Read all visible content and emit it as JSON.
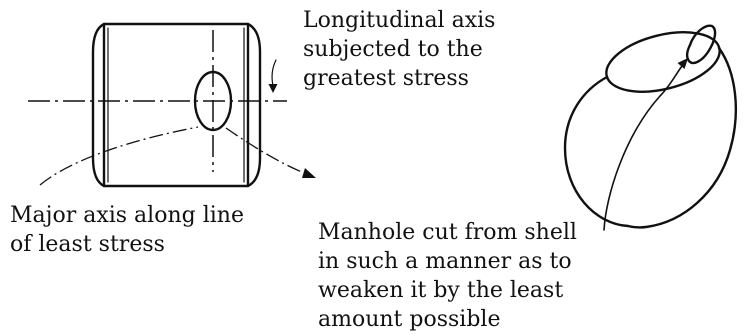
{
  "labels": {
    "longitudinal": [
      "Longitudinal axis",
      "subjected to the",
      "greatest stress"
    ],
    "major_axis": [
      "Major axis along line",
      "of least stress"
    ],
    "manhole": [
      "Manhole cut from shell",
      "in such a manner as to",
      "weaken it by the least",
      "amount possible"
    ]
  }
}
